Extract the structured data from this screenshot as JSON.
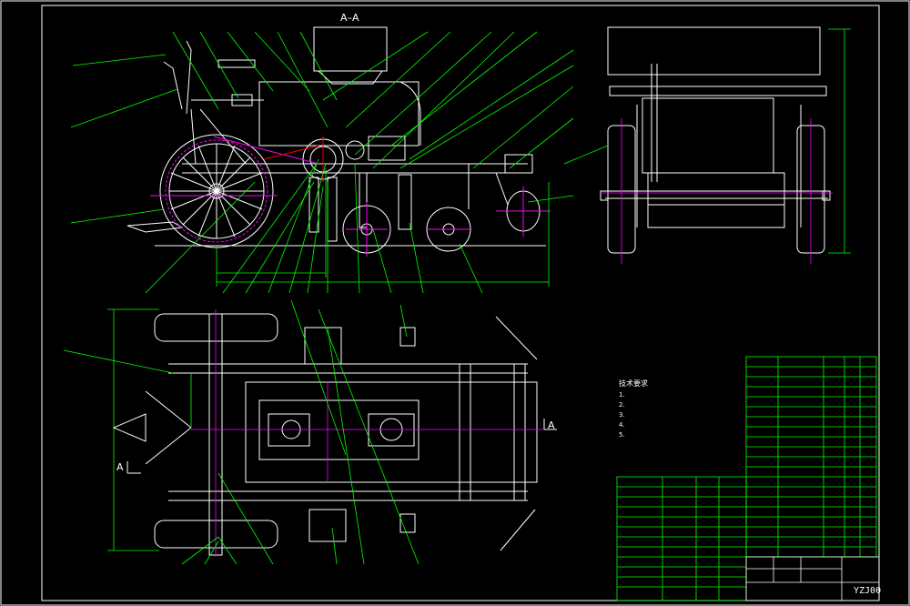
{
  "drawing": {
    "view_label_top": "A–A",
    "section_mark_left": "A",
    "section_mark_right": "A",
    "drawing_number": "YZJ00"
  },
  "notes": {
    "heading": "技术要求",
    "items": [
      "1.",
      "2.",
      "3.",
      "4.",
      "5."
    ]
  },
  "colors": {
    "background": "#000000",
    "frame": "#ffffff",
    "table": "#00ff00",
    "leader": "#00ff00",
    "hidden": "#ff00ff",
    "centerline": "#ff0000"
  }
}
